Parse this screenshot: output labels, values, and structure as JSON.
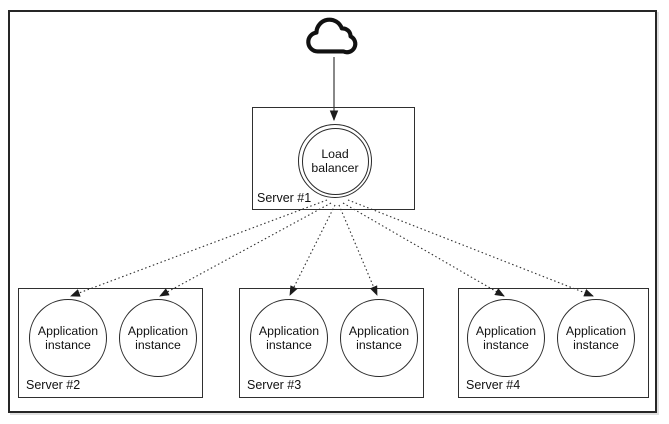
{
  "diagram": {
    "description": "Load balancing architecture diagram",
    "icons": {
      "internet": "cloud-icon"
    },
    "lb_server": {
      "label": "Server #1",
      "node_label": "Load balancer"
    },
    "servers": [
      {
        "label": "Server #2",
        "instances": [
          "Application instance",
          "Application instance"
        ]
      },
      {
        "label": "Server #3",
        "instances": [
          "Application instance",
          "Application instance"
        ]
      },
      {
        "label": "Server #4",
        "instances": [
          "Application instance",
          "Application instance"
        ]
      }
    ],
    "colors": {
      "stroke": "#2a2a2a",
      "frame_border": "#262626",
      "background": "#ffffff",
      "text": "#111111"
    }
  }
}
